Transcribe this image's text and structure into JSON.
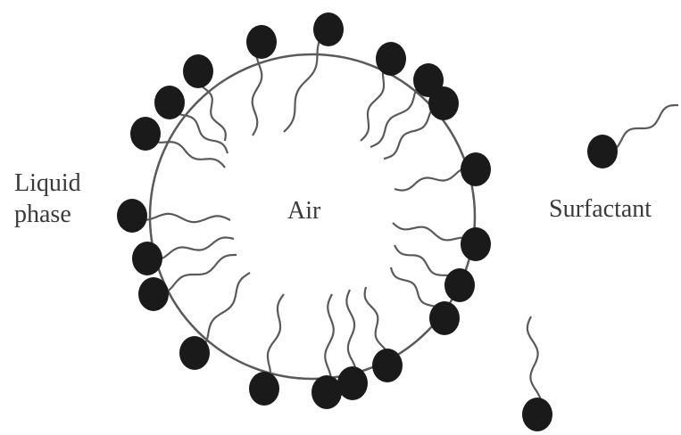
{
  "labels": {
    "liquid_line1": "Liquid",
    "liquid_line2": "phase",
    "air": "Air",
    "surfactant": "Surfactant"
  },
  "colors": {
    "stroke": "#5a5a5a",
    "head": "#1a1a1a",
    "text": "#3a3a3a",
    "background": "#ffffff"
  },
  "diagram": {
    "bubble_molecule_count": 20,
    "free_molecule_count": 2
  }
}
